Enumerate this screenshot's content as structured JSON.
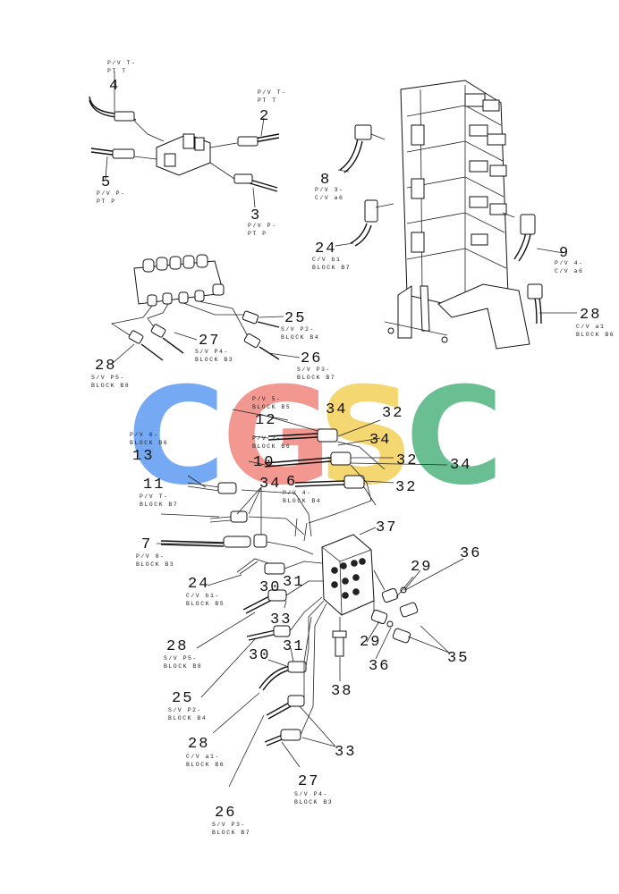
{
  "watermark": {
    "letters": [
      {
        "char": "C",
        "color": "#4f92f0"
      },
      {
        "char": "G",
        "color": "#f07a73"
      },
      {
        "char": "S",
        "color": "#f3cc4a"
      },
      {
        "char": "C",
        "color": "#3fae73"
      }
    ]
  },
  "callouts": [
    {
      "id": "c1",
      "num": "4",
      "sub1": "P/V T-",
      "sub2": "PT T"
    },
    {
      "id": "c2",
      "num": "2",
      "sub1": "P/V T-",
      "sub2": "PT T"
    },
    {
      "id": "c3",
      "num": "5",
      "sub1": "P/V P-",
      "sub2": "PT P"
    },
    {
      "id": "c4",
      "num": "3",
      "sub1": "P/V P-",
      "sub2": "PT P"
    },
    {
      "id": "c5",
      "num": "8",
      "sub1": "P/V 3-",
      "sub2": "C/V a6"
    },
    {
      "id": "c6",
      "num": "24",
      "sub1": "C/V b1",
      "sub2": "BLOCK B7"
    },
    {
      "id": "c7",
      "num": "9",
      "sub1": "P/V 4-",
      "sub2": "C/V a6"
    },
    {
      "id": "c8",
      "num": "28",
      "sub1": "C/V a1",
      "sub2": "BLOCK B6"
    },
    {
      "id": "c9",
      "num": "25",
      "sub1": "S/V P2-",
      "sub2": "BLOCK B4"
    },
    {
      "id": "c10",
      "num": "27",
      "sub1": "S/V P4-",
      "sub2": "BLOCK B3"
    },
    {
      "id": "c11",
      "num": "28",
      "sub1": "S/V P5-",
      "sub2": "BLOCK B8"
    },
    {
      "id": "c12",
      "num": "26",
      "sub1": "S/V P3-",
      "sub2": "BLOCK B7"
    },
    {
      "id": "c13",
      "num": "12",
      "sub1": "P/V 5-",
      "sub2": "BLOCK B5"
    },
    {
      "id": "c14",
      "num": "13",
      "sub1": "P/V 6-",
      "sub2": "BLOCK B6"
    },
    {
      "id": "c15",
      "num": "10",
      "sub1": "P/V 2-",
      "sub2": "BLOCK B6"
    },
    {
      "id": "c16",
      "num": "6",
      "sub1": "P/V 4-",
      "sub2": "BLOCK B4"
    },
    {
      "id": "c17",
      "num": "11",
      "sub1": "P/V T-",
      "sub2": "BLOCK B7"
    },
    {
      "id": "c18",
      "num": "7",
      "sub1": "P/V 8-",
      "sub2": "BLOCK B3"
    },
    {
      "id": "c19",
      "num": "24",
      "sub1": "C/V b1-",
      "sub2": "BLOCK B5"
    },
    {
      "id": "c20",
      "num": "28",
      "sub1": "S/V P5-",
      "sub2": "BLOCK B8"
    },
    {
      "id": "c21",
      "num": "25",
      "sub1": "S/V P2-",
      "sub2": "BLOCK B4"
    },
    {
      "id": "c22",
      "num": "28",
      "sub1": "C/V a1-",
      "sub2": "BLOCK B6"
    },
    {
      "id": "c23",
      "num": "27",
      "sub1": "S/V P4-",
      "sub2": "BLOCK B3"
    },
    {
      "id": "c24",
      "num": "26",
      "sub1": "S/V P3-",
      "sub2": "BLOCK B7"
    }
  ],
  "labels": [
    {
      "id": "n34a",
      "num": "34"
    },
    {
      "id": "n32a",
      "num": "32"
    },
    {
      "id": "n34b",
      "num": "34"
    },
    {
      "id": "n32b",
      "num": "32"
    },
    {
      "id": "n34c",
      "num": "34"
    },
    {
      "id": "n32c",
      "num": "32"
    },
    {
      "id": "n34d",
      "num": "34"
    },
    {
      "id": "n37",
      "num": "37"
    },
    {
      "id": "n30a",
      "num": "30"
    },
    {
      "id": "n31a",
      "num": "31"
    },
    {
      "id": "n33a",
      "num": "33"
    },
    {
      "id": "n29a",
      "num": "29"
    },
    {
      "id": "n36a",
      "num": "36"
    },
    {
      "id": "n29b",
      "num": "29"
    },
    {
      "id": "n35",
      "num": "35"
    },
    {
      "id": "n36b",
      "num": "36"
    },
    {
      "id": "n38",
      "num": "38"
    },
    {
      "id": "n30b",
      "num": "30"
    },
    {
      "id": "n31b",
      "num": "31"
    },
    {
      "id": "n33b",
      "num": "33"
    }
  ]
}
